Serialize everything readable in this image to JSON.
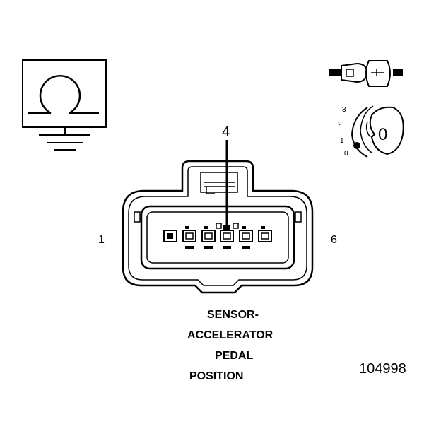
{
  "pins": {
    "left_pin_number": "1",
    "right_pin_number": "6",
    "callout_number": "4"
  },
  "key_dial": {
    "marks": [
      "3",
      "2",
      "1",
      "0"
    ],
    "key_label": "0"
  },
  "component_name": {
    "line1": "SENSOR-",
    "line2": "ACCELERATOR",
    "line3": "PEDAL",
    "line4": "POSITION"
  },
  "figure_number": "104998",
  "icons": [
    "ground-symbol-icon",
    "connector-side-view-icon",
    "terminal-key-icon"
  ],
  "colors": {
    "stroke": "#000000",
    "background": "#ffffff"
  }
}
